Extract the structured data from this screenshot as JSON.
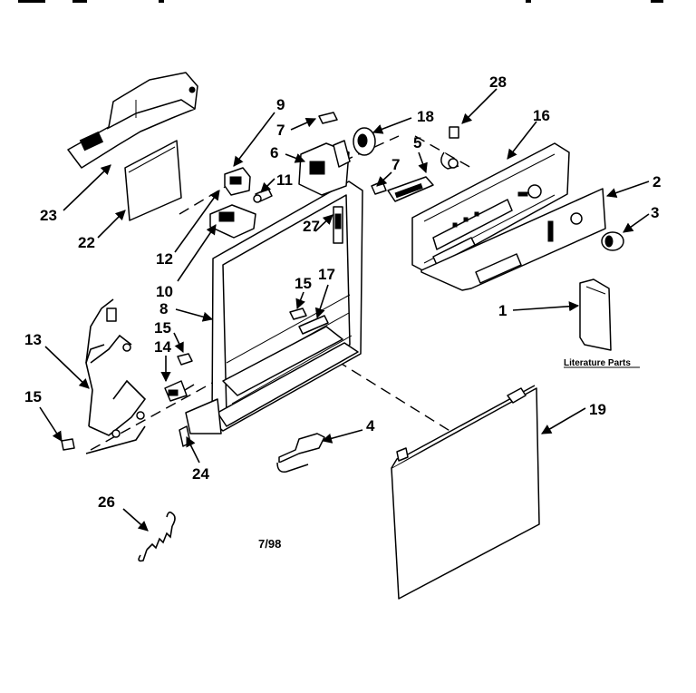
{
  "labels": {
    "p1": "1",
    "p2": "2",
    "p3": "3",
    "p4": "4",
    "p5": "5",
    "p6": "6",
    "p7a": "7",
    "p7b": "7",
    "p8": "8",
    "p9": "9",
    "p10": "10",
    "p11": "11",
    "p12": "12",
    "p13": "13",
    "p14": "14",
    "p15a": "15",
    "p15b": "15",
    "p15c": "15",
    "p16": "16",
    "p17": "17",
    "p18": "18",
    "p19": "19",
    "p22": "22",
    "p23": "23",
    "p24": "24",
    "p26": "26",
    "p27": "27",
    "p28": "28"
  },
  "literature_label": "Literature Parts",
  "date_code": "7/98"
}
